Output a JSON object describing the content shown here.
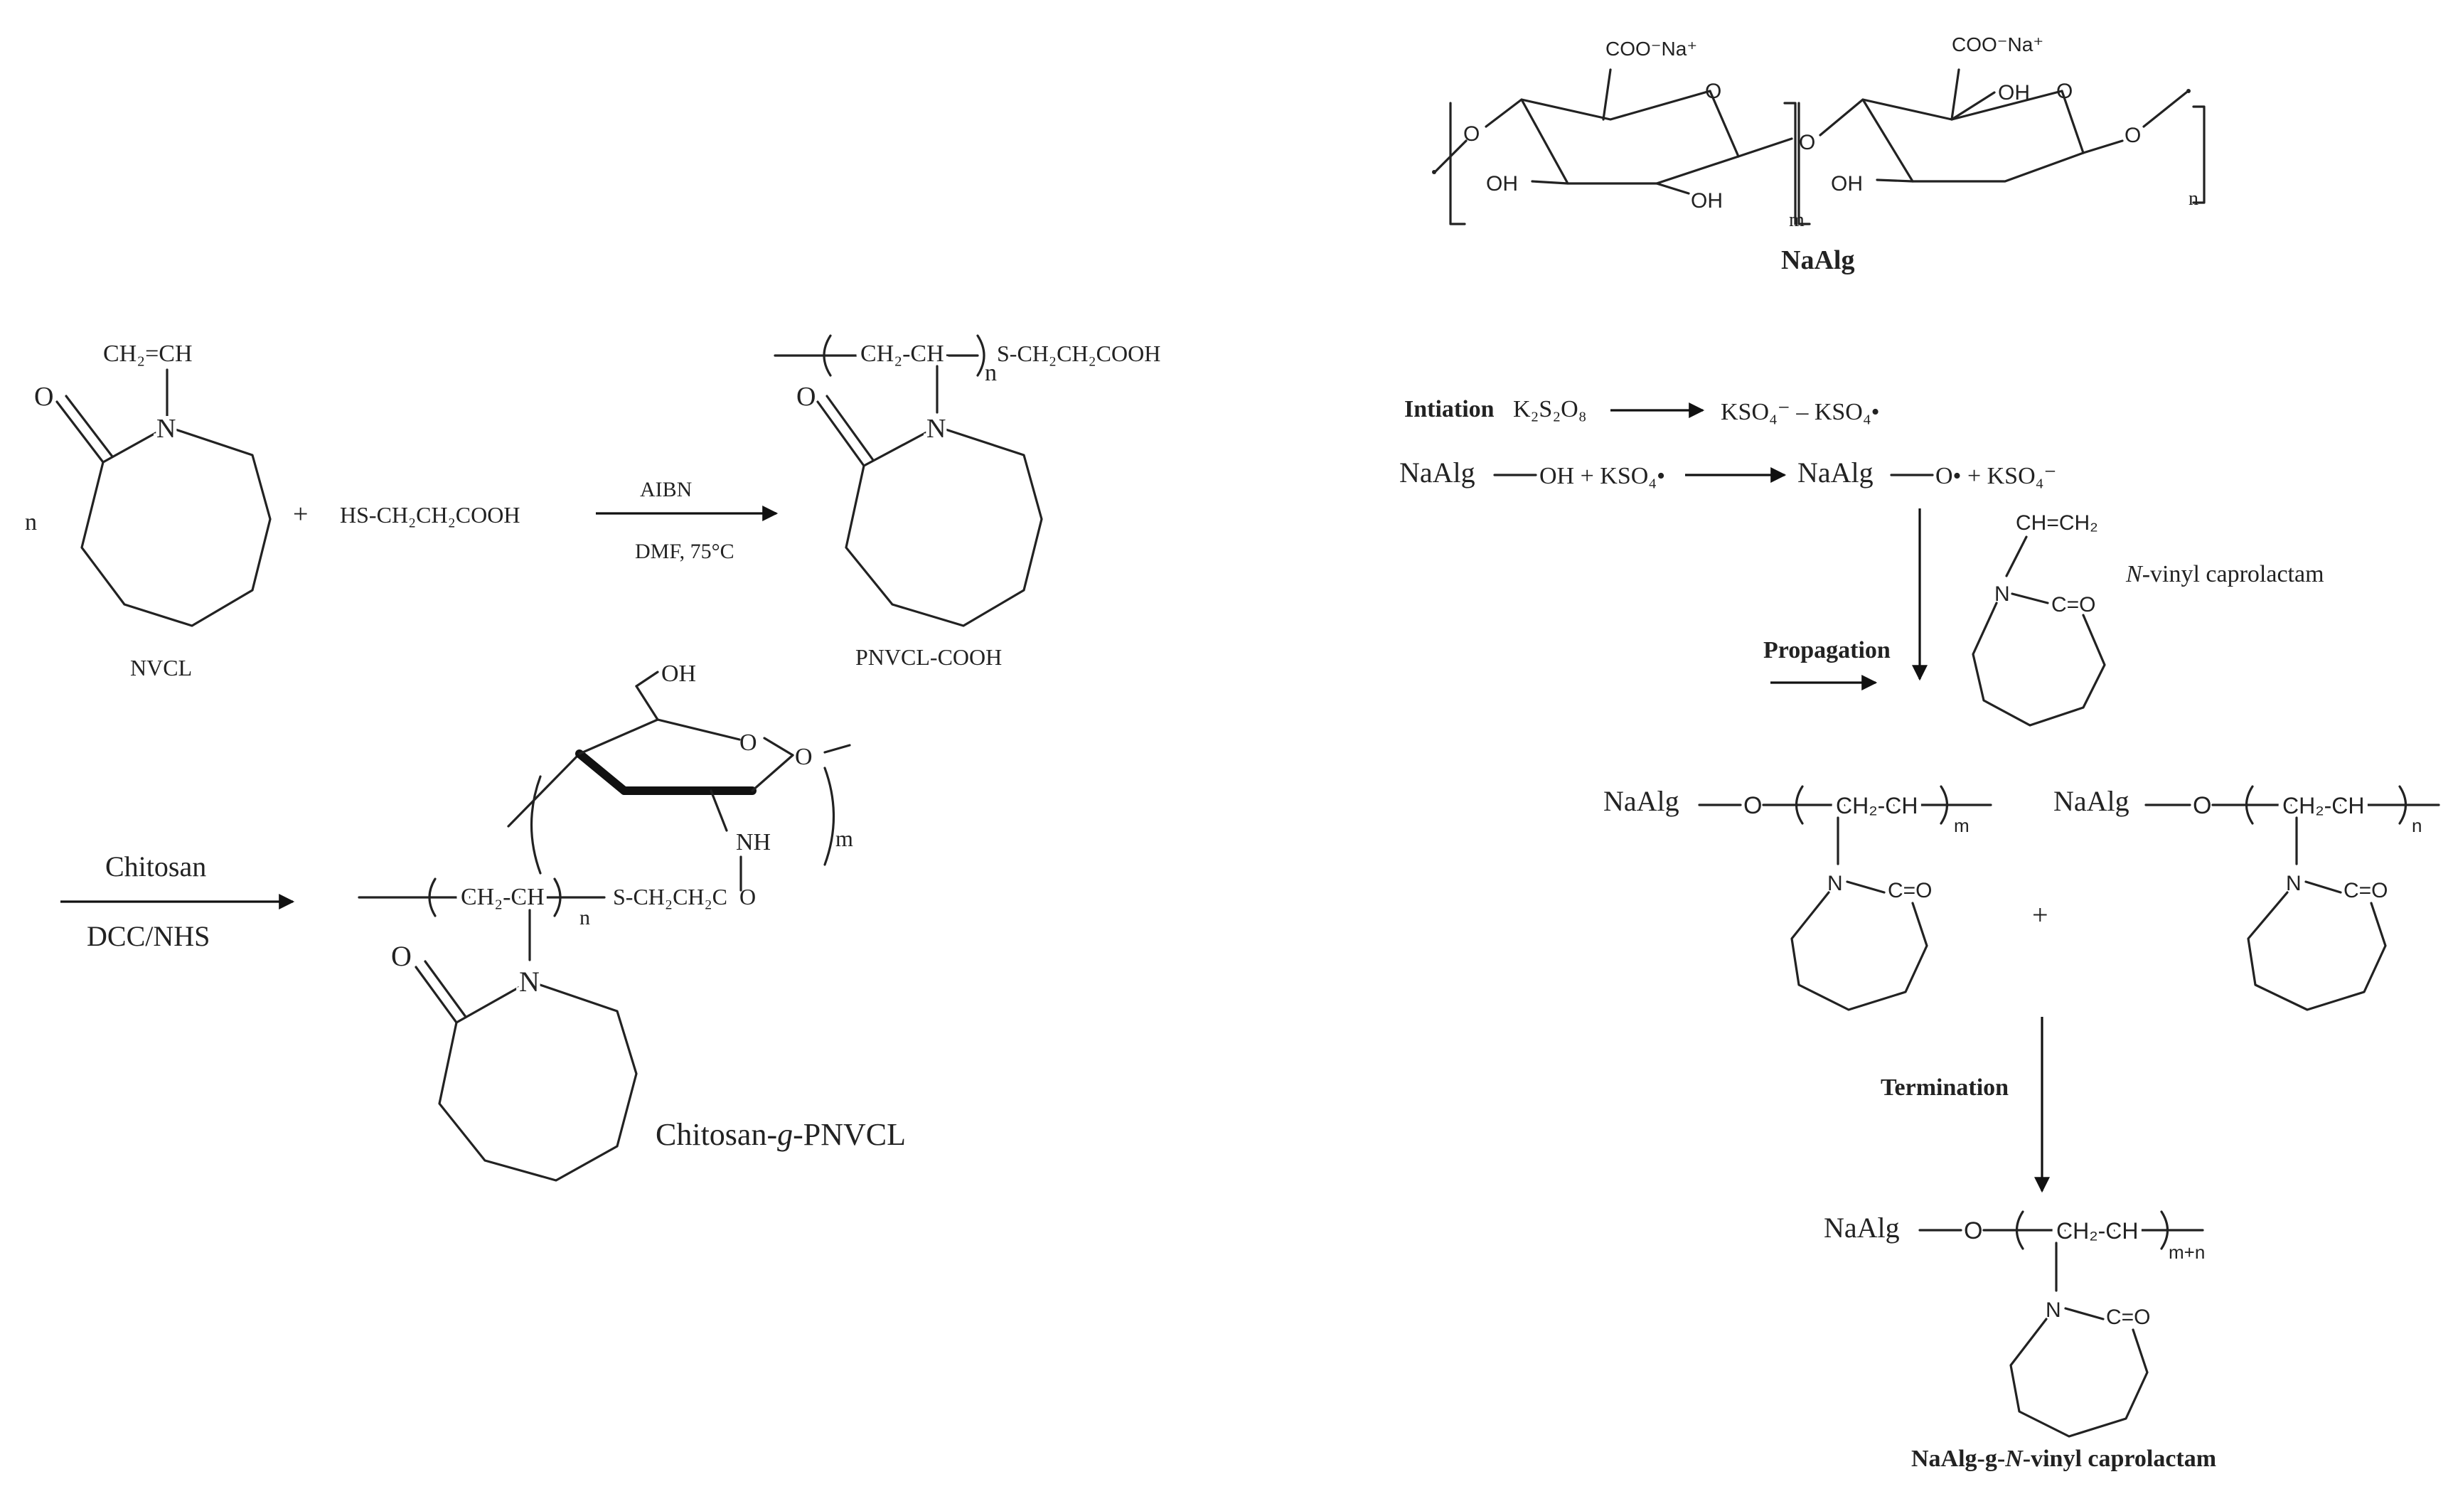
{
  "panel_a": {
    "nvcl_vinyl": "CH₂=CH",
    "nvcl_O": "O",
    "nvcl_N": "N",
    "nvcl_n": "n",
    "nvcl_label": "NVCL",
    "plus": "+",
    "mpa": "HS-CH₂CH₂COOH",
    "arrow1_top": "AIBN",
    "arrow1_bottom": "DMF, 75°C",
    "pn_chain": "CH₂-CH",
    "pn_n": "n",
    "pn_tail": "S-CH₂CH₂COOH",
    "pn_O": "O",
    "pn_N": "N",
    "pn_label": "PNVCL-COOH",
    "arrow2_top": "Chitosan",
    "arrow2_bottom": "DCC/NHS",
    "cs_OH": "OH",
    "cs_ringO": "O",
    "cs_linkO": "O",
    "cs_NH": "NH",
    "cs_m": "m",
    "cg_chain": "CH₂-CH",
    "cg_n": "n",
    "cg_link": "S-CH₂CH₂C",
    "cg_linkO": "O",
    "cg_O": "O",
    "cg_N": "N",
    "product_label_a": "Chitosan-",
    "product_label_b": "g",
    "product_label_c": "-PNVCL"
  },
  "panel_b": {
    "alg_coo1": "COO⁻Na⁺",
    "alg_coo2": "COO⁻Na⁺",
    "alg_O": [
      "O",
      "O",
      "O",
      "O",
      "O"
    ],
    "alg_OH": [
      "OH",
      "OH",
      "OH",
      "OH"
    ],
    "alg_m": "m",
    "alg_n": "n",
    "alg_label": "NaAlg",
    "init_label": "Intiation",
    "init_reactant": "K₂S₂O₈",
    "init_products": "KSO₄⁻ – KSO₄•",
    "r2_left": "NaAlg",
    "r2_oh": "OH + KSO₄•",
    "r2_right": "NaAlg",
    "r2_rad": "O• + KSO₄⁻",
    "monomer_vinyl": "CH=CH₂",
    "monomer_N": "N",
    "monomer_CO": "C=O",
    "monomer_name_a": "N",
    "monomer_name_b": "-vinyl caprolactam",
    "propagation": "Propagation",
    "g1_naalg": "NaAlg",
    "g1_O": "O",
    "g1_chain": "CH₂-CH",
    "g1_sub": "m",
    "g1_N": "N",
    "g1_CO": "C=O",
    "plus2": "+",
    "g2_naalg": "NaAlg",
    "g2_O": "O",
    "g2_chain": "CH₂-CH",
    "g2_sub": "n",
    "g2_N": "N",
    "g2_CO": "C=O",
    "termination": "Termination",
    "g3_naalg": "NaAlg",
    "g3_O": "O",
    "g3_chain": "CH₂-CH",
    "g3_sub": "m+n",
    "g3_N": "N",
    "g3_CO": "C=O",
    "final_a": "NaAlg-g-",
    "final_b": "N",
    "final_c": "-vinyl caprolactam"
  }
}
